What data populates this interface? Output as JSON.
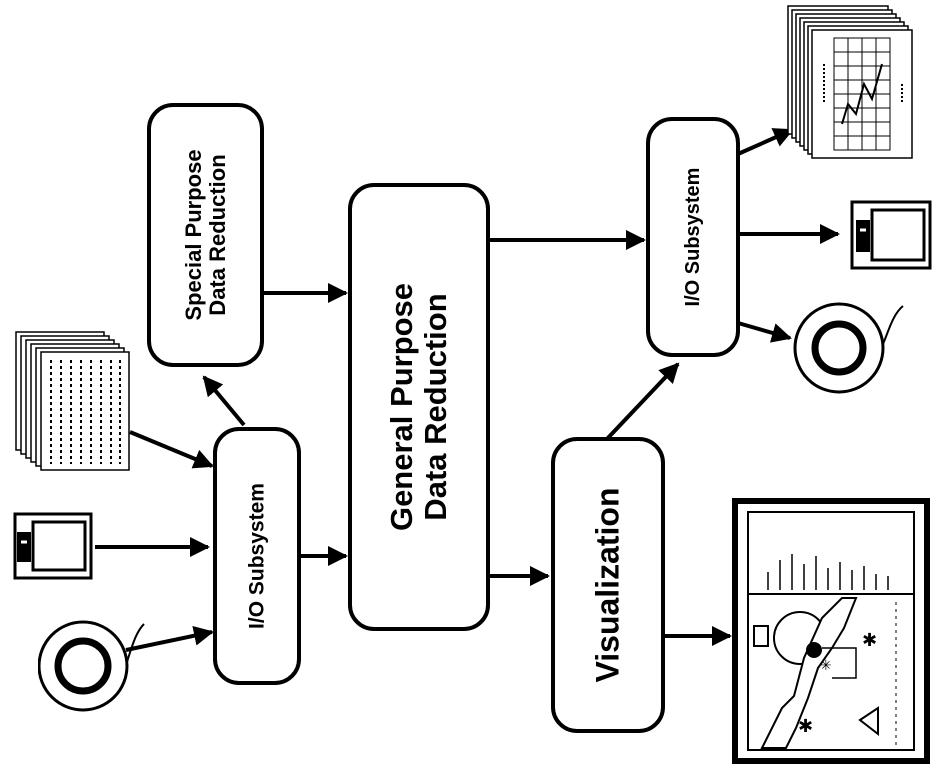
{
  "diagram": {
    "boxes": {
      "io_left": "I/O Subsystem",
      "special_line1": "Special Purpose",
      "special_line2": "Data Reduction",
      "general_line1": "General Purpose",
      "general_line2": "Data Reduction",
      "visualization": "Visualization",
      "io_right": "I/O Subsystem"
    }
  }
}
